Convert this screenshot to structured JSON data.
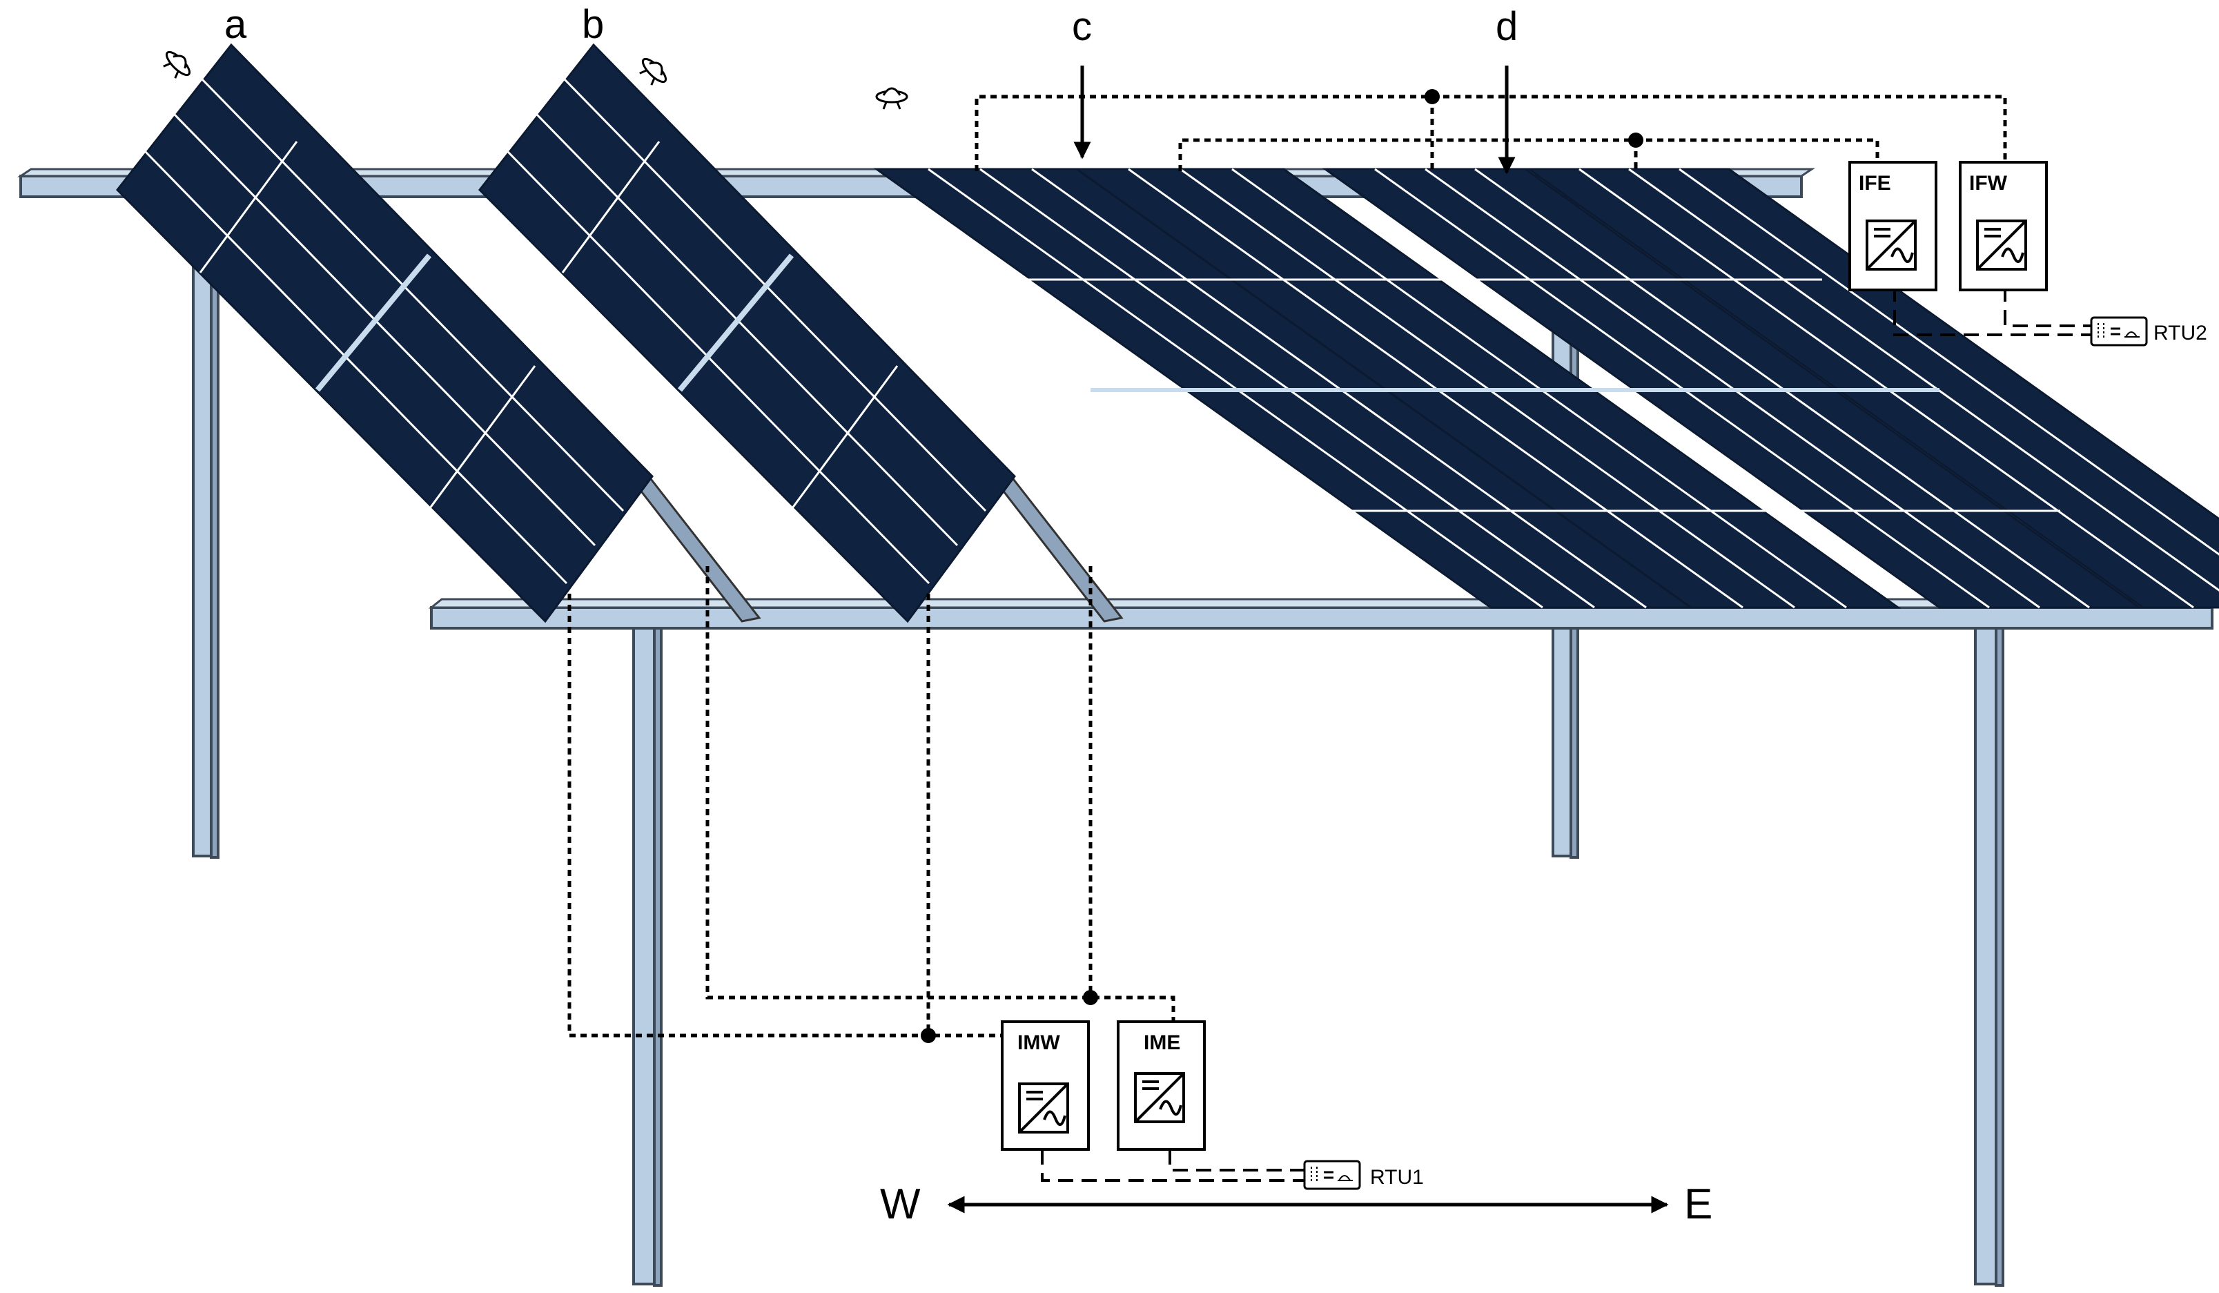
{
  "labels": {
    "a": "a",
    "b": "b",
    "c": "c",
    "d": "d",
    "west": "W",
    "east": "E"
  },
  "inverters": {
    "ife": "IFE",
    "ifw": "IFW",
    "imw": "IMW",
    "ime": "IME"
  },
  "rtus": {
    "rtu1": "RTU1",
    "rtu2": "RTU2"
  },
  "colors": {
    "panel": "#0f2340",
    "panel_lines": "#ffffff",
    "rail": "#b9cde3",
    "rail_edge": "#3c4a5a",
    "wire": "#000000"
  }
}
